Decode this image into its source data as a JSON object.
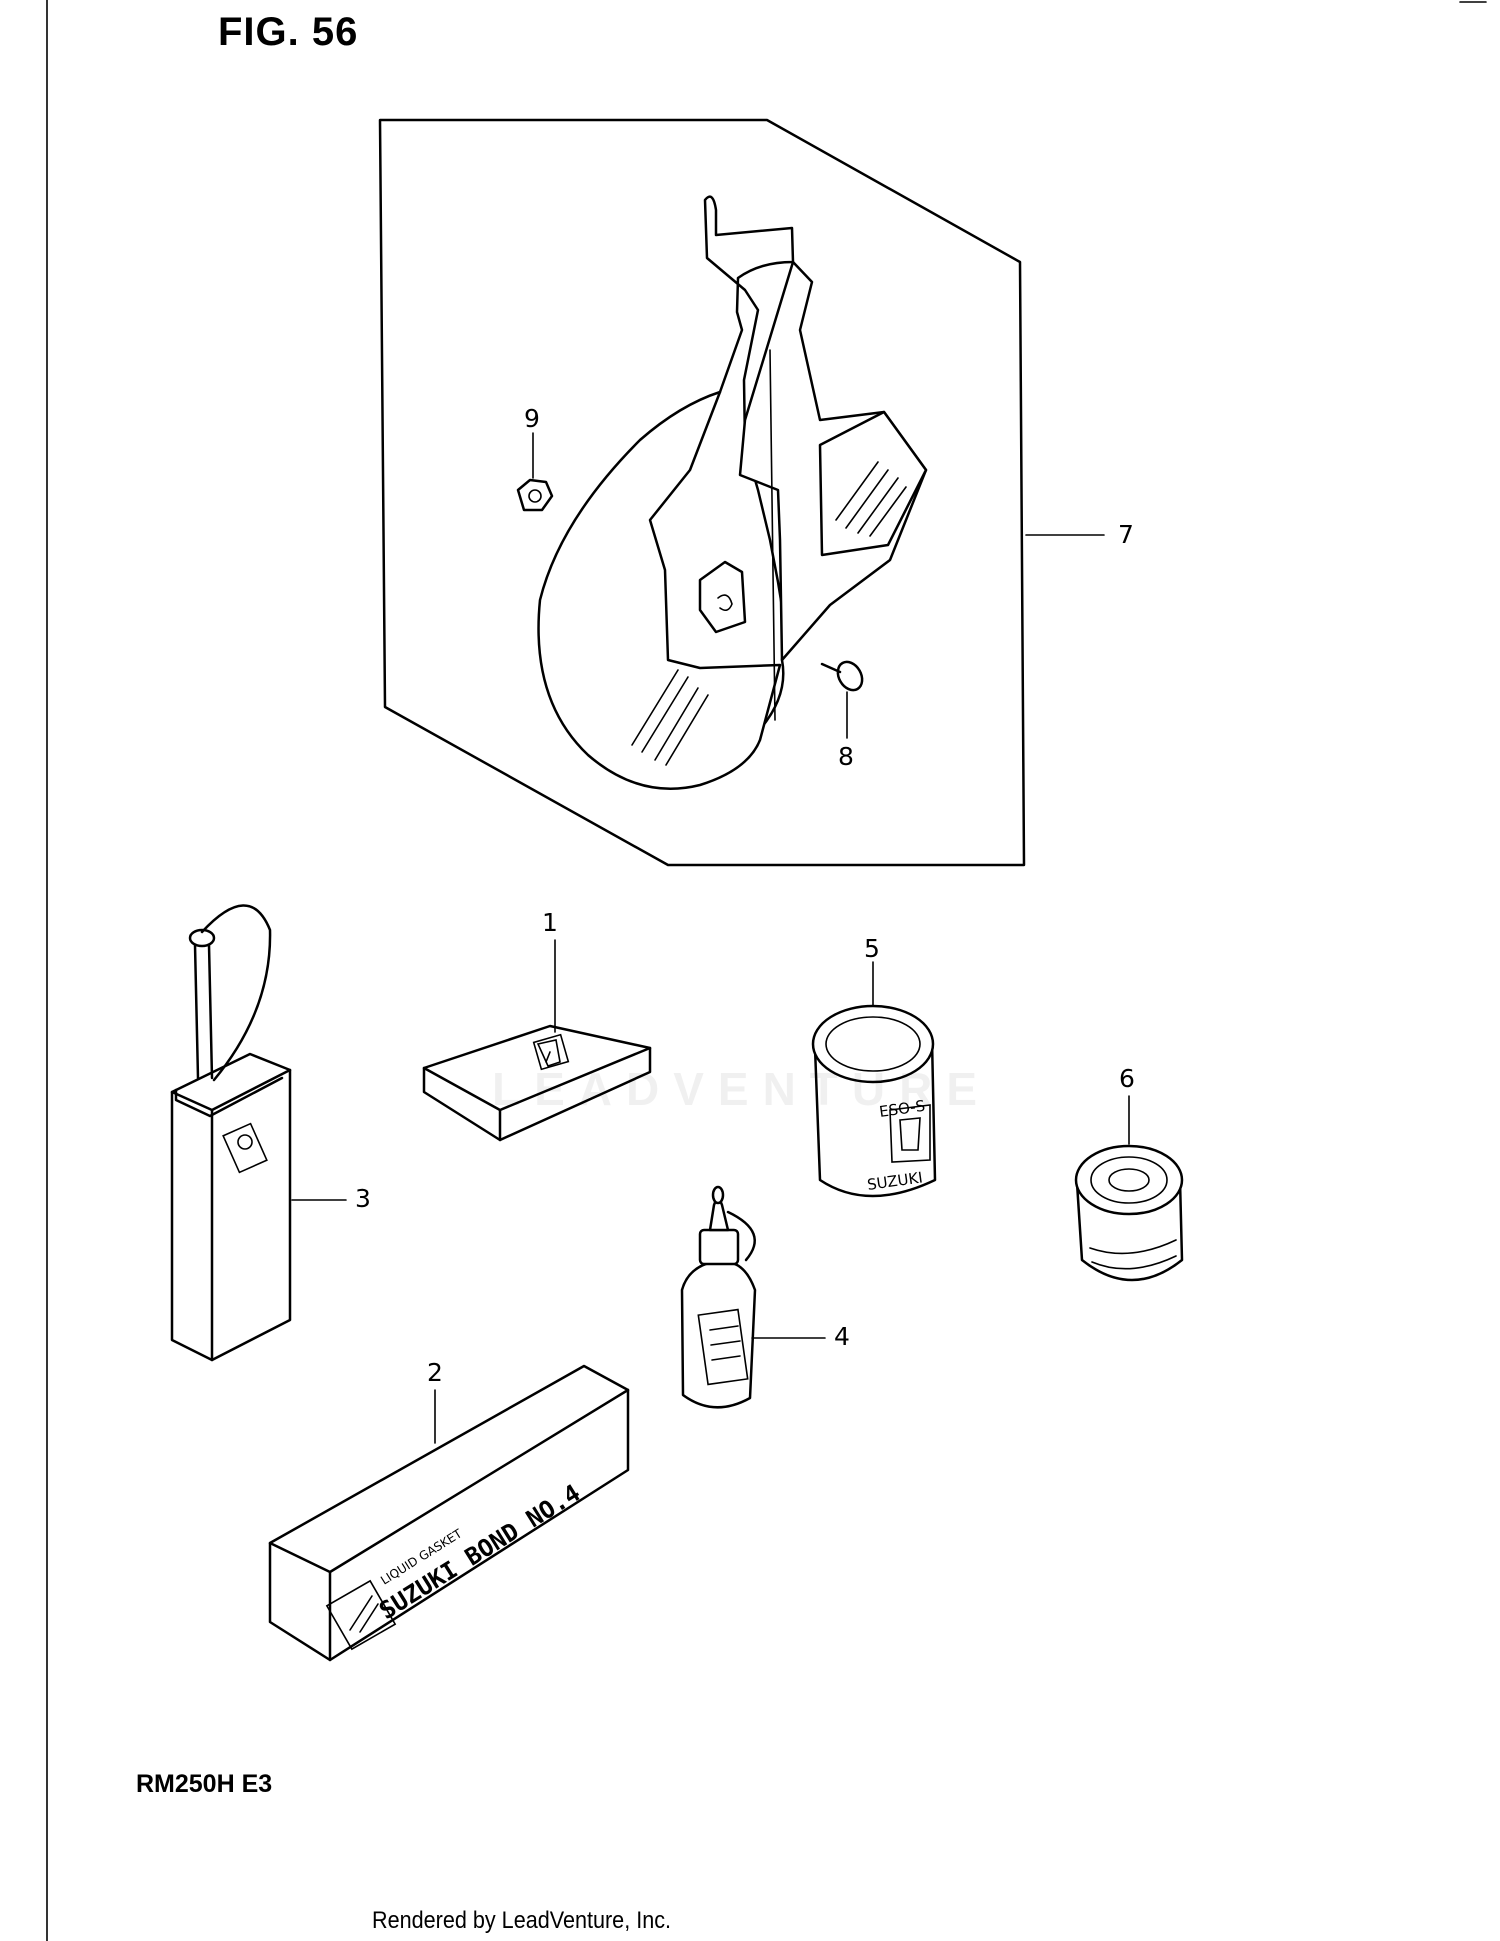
{
  "figure": {
    "title": "FIG. 56"
  },
  "model": {
    "code": "RM250H  E3"
  },
  "footer": {
    "text": "Rendered by LeadVenture, Inc."
  },
  "watermark": {
    "text": "LEADVENTURE"
  },
  "callouts": [
    {
      "number": "1",
      "part": "tool-kit-case"
    },
    {
      "number": "2",
      "part": "suzuki-bond-box"
    },
    {
      "number": "3",
      "part": "fuel-can"
    },
    {
      "number": "4",
      "part": "oil-bottle"
    },
    {
      "number": "5",
      "part": "grease-can-large"
    },
    {
      "number": "6",
      "part": "grease-can-small"
    },
    {
      "number": "7",
      "part": "frame-guard-set"
    },
    {
      "number": "8",
      "part": "screw"
    },
    {
      "number": "9",
      "part": "nut"
    }
  ],
  "labels": {
    "bond_box_line1": "LIQUID GASKET",
    "bond_box_line2": "SUZUKI BOND NO.4",
    "grease_can_brand": "SUZUKI"
  }
}
